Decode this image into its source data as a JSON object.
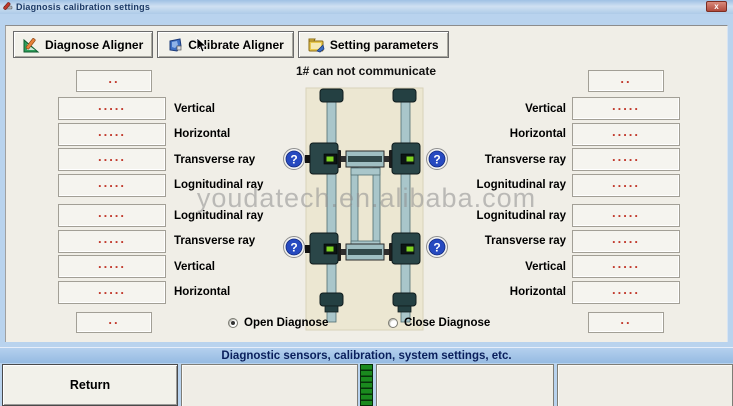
{
  "window": {
    "title": "Diagnosis calibration settings",
    "close_glyph": "x"
  },
  "tabs": [
    {
      "label": "Diagnose Aligner",
      "icon": "diagnose-ruler-pencil-icon"
    },
    {
      "label": "Calibrate Aligner",
      "icon": "calibrate-tool-icon"
    },
    {
      "label": "Setting parameters",
      "icon": "settings-folder-icon"
    }
  ],
  "main": {
    "alert": "1# can not communicate",
    "left": {
      "top_value": "..",
      "bottom_value": "..",
      "rows": [
        {
          "label": "Vertical",
          "value": "....."
        },
        {
          "label": "Horizontal",
          "value": "....."
        },
        {
          "label": "Transverse ray",
          "value": "....."
        },
        {
          "label": "Lognitudinal ray",
          "value": "....."
        },
        {
          "label": "Lognitudinal ray",
          "value": "....."
        },
        {
          "label": "Transverse ray",
          "value": "....."
        },
        {
          "label": "Vertical",
          "value": "....."
        },
        {
          "label": "Horizontal",
          "value": "....."
        }
      ]
    },
    "right": {
      "top_value": "..",
      "bottom_value": "..",
      "rows": [
        {
          "label": "Vertical",
          "value": "....."
        },
        {
          "label": "Horizontal",
          "value": "....."
        },
        {
          "label": "Transverse ray",
          "value": "....."
        },
        {
          "label": "Lognitudinal ray",
          "value": "....."
        },
        {
          "label": "Lognitudinal ray",
          "value": "....."
        },
        {
          "label": "Transverse ray",
          "value": "....."
        },
        {
          "label": "Vertical",
          "value": "....."
        },
        {
          "label": "Horizontal",
          "value": "....."
        }
      ]
    },
    "radios": {
      "open": {
        "label": "Open Diagnose",
        "selected": true
      },
      "close": {
        "label": "Close Diagnose",
        "selected": false
      }
    }
  },
  "icons": {
    "help_glyph": "?"
  },
  "status_bar": {
    "text": "Diagnostic sensors, calibration, system settings, etc."
  },
  "footer": {
    "return_label": "Return"
  },
  "watermark": {
    "text": "youdatech.en.alibaba.com"
  },
  "colors": {
    "titlebar_blue": "#aecbe8",
    "panel_gray": "#f0eee7",
    "alert_dot_red": "#c23b2e",
    "diagram_cream": "#ece7d2",
    "rail_teal": "#a9c6ca",
    "pod_dark": "#244042",
    "help_blue": "#2649c0",
    "meter_green": "#1a8a1e",
    "status_blue": "#a5c6e8"
  }
}
